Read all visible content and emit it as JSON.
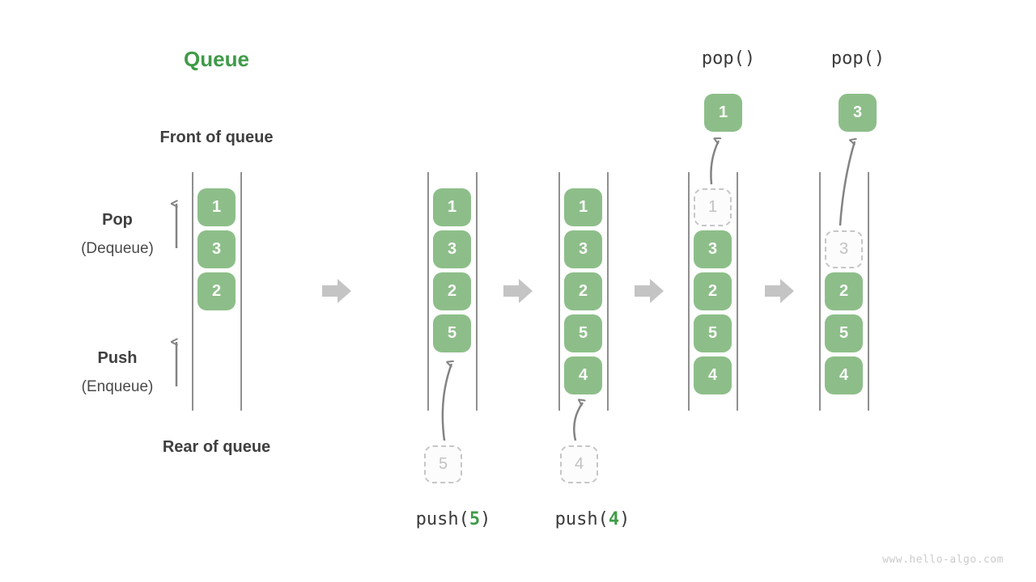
{
  "title": "Queue",
  "labels": {
    "front": "Front of queue",
    "rear": "Rear of queue",
    "pop": "Pop",
    "pop_sub": "(Dequeue)",
    "push": "Push",
    "push_sub": "(Enqueue)"
  },
  "operations": {
    "pop_first": "pop()",
    "pop_second": "pop()",
    "push_fn": "push(",
    "push_close": ")",
    "push_arg_5": "5",
    "push_arg_4": "4"
  },
  "popped": {
    "first": "1",
    "second": "3"
  },
  "pending": {
    "push5": "5",
    "push4": "4"
  },
  "columns": [
    {
      "slots": [
        {
          "value": "1"
        },
        {
          "value": "3"
        },
        {
          "value": "2"
        }
      ]
    },
    {
      "slots": [
        {
          "value": "1"
        },
        {
          "value": "3"
        },
        {
          "value": "2"
        },
        {
          "value": "5"
        }
      ]
    },
    {
      "slots": [
        {
          "value": "1"
        },
        {
          "value": "3"
        },
        {
          "value": "2"
        },
        {
          "value": "5"
        },
        {
          "value": "4"
        }
      ]
    },
    {
      "slots": [
        {
          "value": "1",
          "dashed": true
        },
        {
          "value": "3"
        },
        {
          "value": "2"
        },
        {
          "value": "5"
        },
        {
          "value": "4"
        }
      ]
    },
    {
      "slots": [
        {
          "value": "3",
          "dashed": true
        },
        {
          "value": "2"
        },
        {
          "value": "5"
        },
        {
          "value": "4"
        }
      ]
    }
  ],
  "watermark": "www.hello-algo.com",
  "colors": {
    "box_green": "#8DBE89",
    "accent_green": "#3F9B48",
    "text_dark": "#3F3F3F",
    "ghost_gray": "#C6C6C6",
    "rail_gray": "#8F8F8F",
    "flow_arrow_gray": "#C4C4C4",
    "thin_arrow_gray": "#838383"
  }
}
